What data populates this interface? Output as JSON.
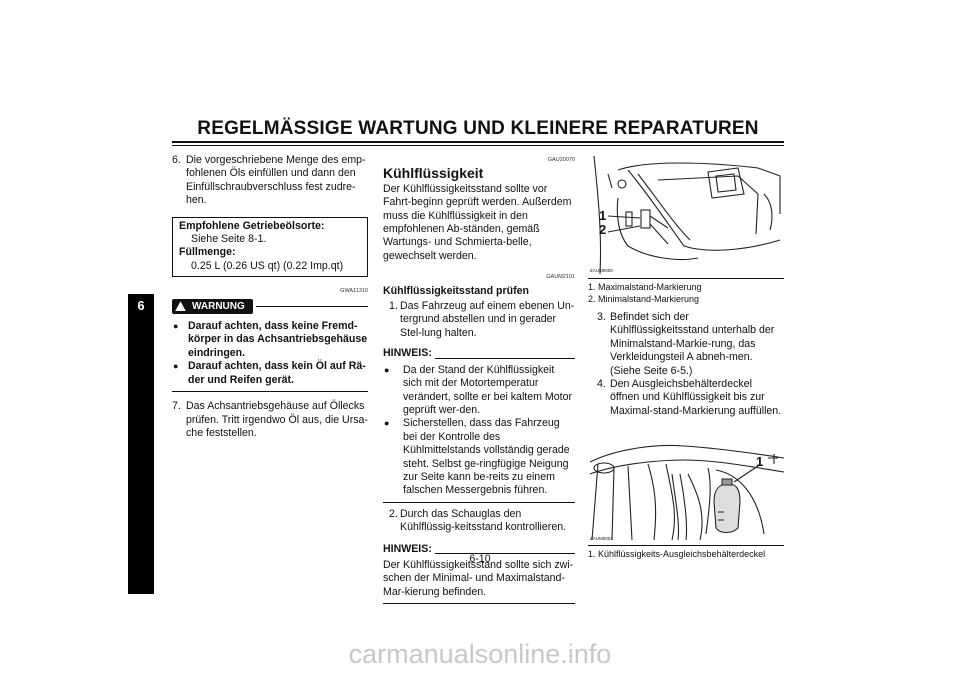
{
  "header": {
    "title": "REGELMÄSSIGE WARTUNG UND KLEINERE REPARATUREN"
  },
  "side_tab": "6",
  "page_number": "6-10",
  "watermark": "carmanualsonline.info",
  "col1": {
    "step6_num": "6.",
    "step6": "Die vorgeschriebene Menge des emp-fohlenen Öls einfüllen und dann den Einfüllschraubverschluss fest zudre-hen.",
    "box": {
      "oil_label": "Empfohlene Getriebeölsorte:",
      "oil_value": "Siehe Seite 8-1.",
      "qty_label": "Füllmenge:",
      "qty_value": "0.25 L (0.26 US qt) (0.22 Imp.qt)"
    },
    "warn_code": "GWA11310",
    "warn_label": "WARNUNG",
    "warn1": "Darauf achten, dass keine Fremd-körper in das Achsantriebsgehäuse eindringen.",
    "warn2": "Darauf achten, dass kein Öl auf Rä-der und Reifen gerät.",
    "step7_num": "7.",
    "step7": "Das Achsantriebsgehäuse auf Öllecks prüfen. Tritt irgendwo Öl aus, die Ursa-che feststellen."
  },
  "col2": {
    "code1": "GAU20070",
    "title": "Kühlflüssigkeit",
    "intro": "Der Kühlflüssigkeitsstand sollte vor Fahrt-beginn geprüft werden. Außerdem muss die Kühlflüssigkeit in den empfohlenen Ab-ständen, gemäß Wartungs- und Schmierta-belle, gewechselt werden.",
    "code2": "GAUM2101",
    "subtitle": "Kühlflüssigkeitsstand prüfen",
    "step1_num": "1.",
    "step1": "Das Fahrzeug auf einem ebenen Un-tergrund abstellen und in gerader Stel-lung halten.",
    "hinweis1": "HINWEIS:",
    "note1": "Da der Stand der Kühlflüssigkeit sich mit der Motortemperatur verändert, sollte er bei kaltem Motor geprüft wer-den.",
    "note2": "Sicherstellen, dass das Fahrzeug bei der Kontrolle des Kühlmittelstands vollständig gerade steht. Selbst ge-ringfügige Neigung zur Seite kann be-reits zu einem falschen Messergebnis führen.",
    "step2_num": "2.",
    "step2": "Durch das Schauglas den Kühlflüssig-keitsstand kontrollieren.",
    "hinweis2": "HINWEIS:",
    "note3": "Der Kühlflüssigkeitsstand sollte sich zwi-schen der Minimal- und Maximalstand-Mar-kierung befinden."
  },
  "col3": {
    "fig1_code": "ZAUM0000",
    "fig1_c1": "1",
    "fig1_c2": "2",
    "cap1": "1.  Maximalstand-Markierung",
    "cap2": "2.  Minimalstand-Markierung",
    "step3_num": "3.",
    "step3": "Befindet sich der Kühlflüssigkeitsstand unterhalb der Minimalstand-Markie-rung, das Verkleidungsteil A abneh-men. (Siehe Seite 6-5.)",
    "step4_num": "4.",
    "step4": "Den Ausgleichsbehälterdeckel öffnen und Kühlflüssigkeit bis zur Maximal-stand-Markierung auffüllen.",
    "fig2_code": "ZAUM0001",
    "fig2_c1": "1",
    "cap3": "1.  Kühlflüssigkeits-Ausgleichsbehälterdeckel"
  }
}
